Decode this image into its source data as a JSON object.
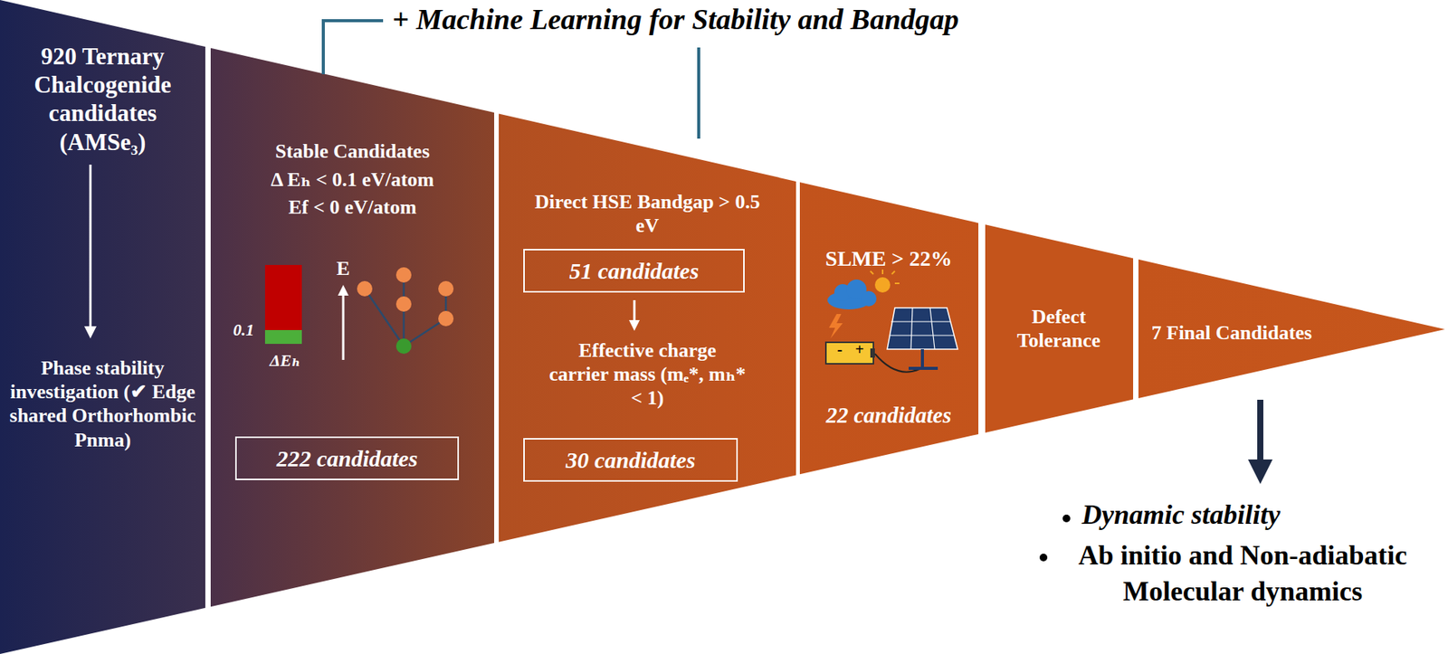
{
  "diagram": {
    "nodes": [
      {
        "text": [
          "920 Ternary Chalcogenide candidates (AMSe₃)",
          "Phase stability investigation (✔ Edge shared Orthorhombic Pnma)"
        ]
      },
      {
        "text": [
          "Stable Candidates",
          "Δ Eₕ < 0.1 eV/atom",
          "Ef < 0 eV/atom"
        ]
      },
      {
        "text": [
          "222 candidates"
        ],
        "in": 1
      },
      {
        "text": [
          "Direct HSE Bandgap > 0.5 eV",
          "Effective charge carrier mass (mₑ*, mₕ* < 1)"
        ]
      },
      {
        "text": [
          "51 candidates"
        ],
        "in": 3
      },
      {
        "text": [
          "30 candidates"
        ],
        "in": 3
      },
      {
        "text": [
          "SLME > 22%",
          "22 candidates"
        ]
      },
      {
        "text": [
          "Defect Tolerance"
        ]
      },
      {
        "text": [
          "7 Final Candidates"
        ]
      }
    ],
    "labels": [
      "+ Machine Learning for Stability and Bandgap",
      "0.1",
      "ΔEₕ",
      "E",
      "-",
      "+",
      "Dynamic stability",
      "Ab initio and Non-adiabatic Molecular dynamics"
    ]
  }
}
